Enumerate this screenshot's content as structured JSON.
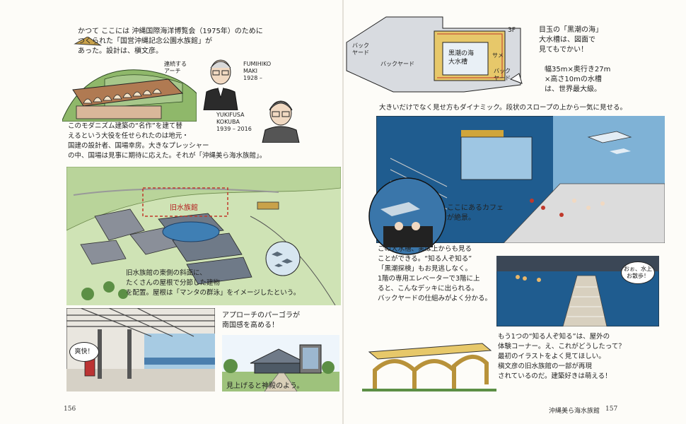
{
  "left_page": {
    "intro_text": "かつて ここには 沖縄国際海洋博覧会（1975年）のために\nつくられた「国営沖縄記念公園水族館」が\nあった。設計は、槇文彦。",
    "arch_label": "連続する\nアーチ",
    "architect1": {
      "name_romaji": "FUMIHIKO\nMAKI\n1928 –"
    },
    "architect2": {
      "name_romaji": "YUKIFUSA\nKOKUBA\n1939 – 2016"
    },
    "modernism_text": "このモダニズム建築の“名作”を建て替\nえるという大役を任せられたのは地元・\n国建の設計者、国場幸房。大きなプレッシャー\nの中、国場は見事に期待に応えた。それが「沖縄美ら海水族館」。",
    "map_label": "旧水族館",
    "old_building_text": "旧水族館の東側の斜面に、\nたくさんの屋根で分節した建物\nを配置。屋根は「マンタの群泳」をイメージしたという。",
    "pergola_text": "アプローチのパーゴラが\n南国感を高める！",
    "speech_bubble": "爽快！",
    "temple_text": "見上げると神殿のよう。",
    "page_number": "156"
  },
  "right_page": {
    "floor_label": "3F",
    "tank_label": "黒潮の海\n大水槽",
    "backyard_label_1": "バック\nヤード",
    "backyard_label_2": "バックヤード",
    "backyard_label_3": "バック\nヤード",
    "same_label": "サメ",
    "tank_text": "目玉の「黒潮の海」\n大水槽は、図面で\n見てもでかい！",
    "tank_size_text": "幅35m×奥行き27m\n×高さ10mの水槽\nは、世界最大級。",
    "dynamic_text": "大きいだけでなく見せ方もダイナミック。段状のスロープの上から一気に見せる。",
    "cafe_text": "ここにあるカフェ\nが絶景。",
    "top_view_text": "この大水槽、実は上からも見る\nことができる。“知る人ぞ知る”\n「黒潮探検」もお見逃しなく。\n1階の専用エレベーターで3階に上\nると、こんなデッキに出られる。\nバックヤードの仕組みがよく分かる。",
    "deck_bubble": "おぉ、水上\nお散歩！",
    "outdoor_text": "もう1つの“知る人ぞ知る”は、屋外の\n体験コーナー。え、これがどうしたって？\n最初のイラストをよく見てほしい。\n槇文彦の旧水族館の一部が再現\nされているのだ。建築好きは萌える！",
    "footer_title": "沖縄美ら海水族館",
    "page_number": "157"
  },
  "colors": {
    "sea_blue": "#1f5c8f",
    "deep_blue": "#173f6b",
    "land_green": "#8fb86a",
    "roof_gray": "#8a8f99",
    "arch_brown": "#8a5a3c",
    "pergola_yellow": "#d6b14a",
    "map_tag_red": "#c0392b"
  }
}
